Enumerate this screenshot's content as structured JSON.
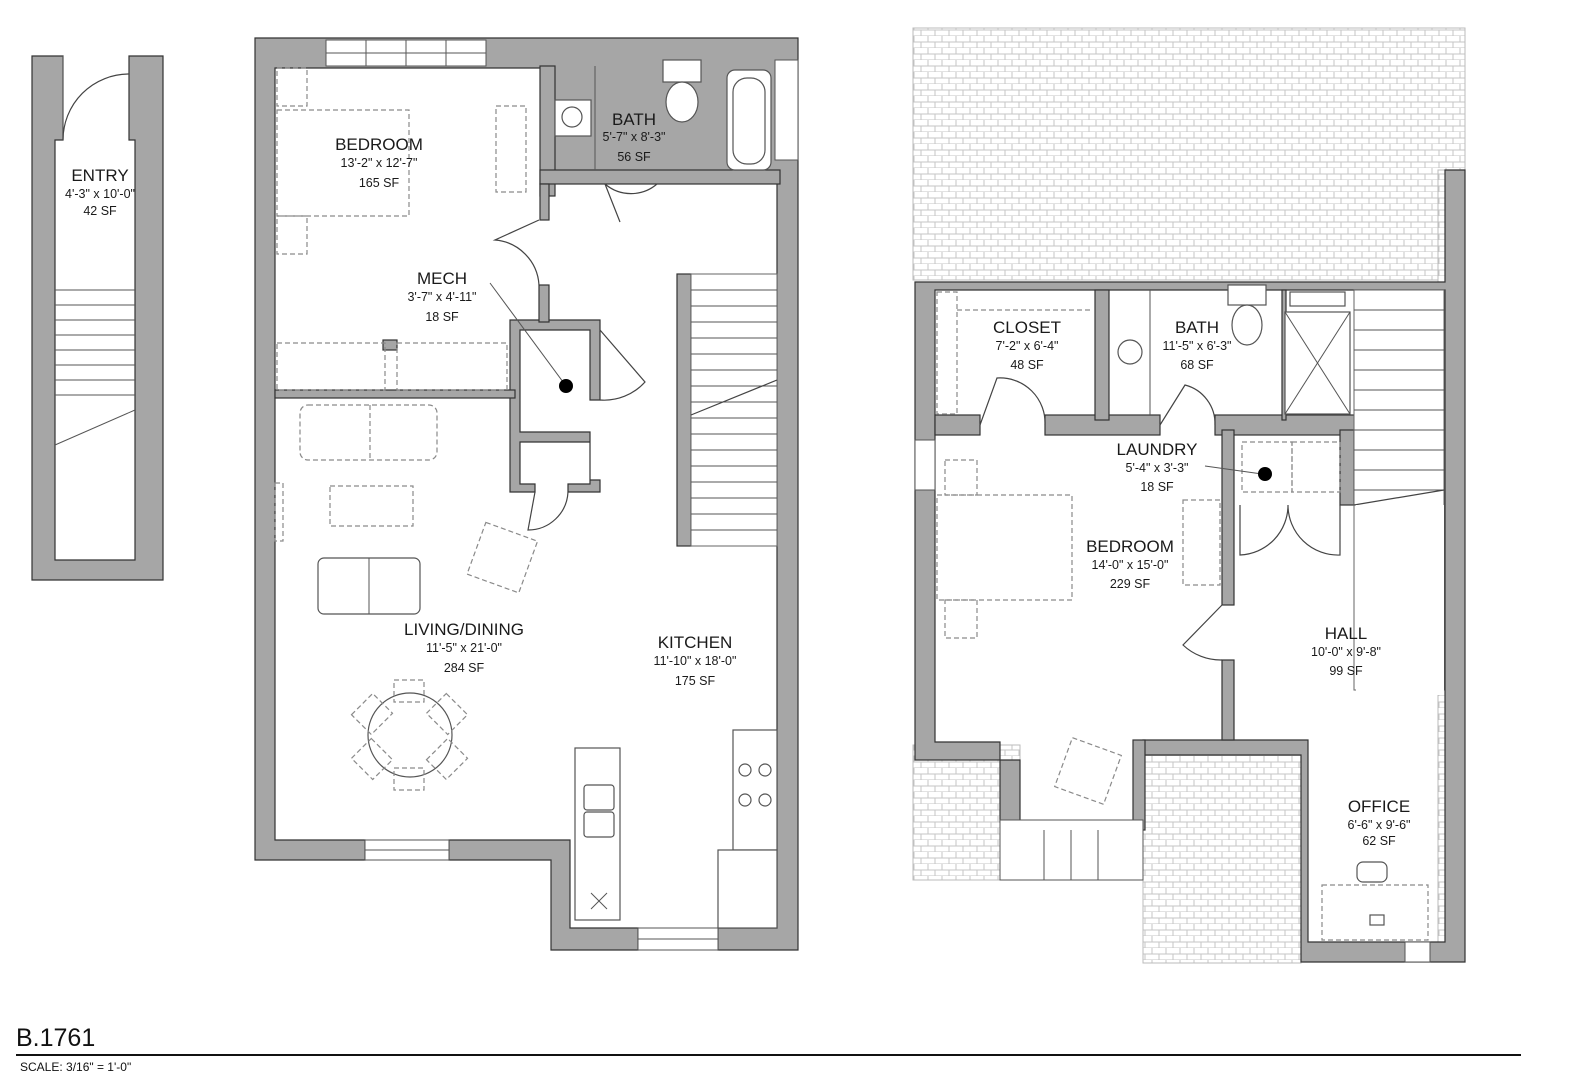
{
  "plan": {
    "id": "B.1761",
    "scale": "SCALE:  3/16\" = 1'-0\""
  },
  "rooms": {
    "entry": {
      "name": "ENTRY",
      "dims": "4'-3\" x 10'-0\"",
      "area": "42 SF"
    },
    "bedroom1": {
      "name": "BEDROOM",
      "dims": "13'-2\" x 12'-7\"",
      "area": "165 SF"
    },
    "bath1": {
      "name": "BATH",
      "dims": "5'-7\" x 8'-3\"",
      "area": "56 SF"
    },
    "mech": {
      "name": "MECH",
      "dims": "3'-7\" x 4'-11\"",
      "area": "18 SF"
    },
    "living": {
      "name": "LIVING/DINING",
      "dims": "11'-5\" x 21'-0\"",
      "area": "284 SF"
    },
    "kitchen": {
      "name": "KITCHEN",
      "dims": "11'-10\" x 18'-0\"",
      "area": "175 SF"
    },
    "closet": {
      "name": "CLOSET",
      "dims": "7'-2\" x 6'-4\"",
      "area": "48 SF"
    },
    "bath2": {
      "name": "BATH",
      "dims": "11'-5\" x 6'-3\"",
      "area": "68 SF"
    },
    "laundry": {
      "name": "LAUNDRY",
      "dims": "5'-4\" x 3'-3\"",
      "area": "18 SF"
    },
    "bedroom2": {
      "name": "BEDROOM",
      "dims": "14'-0\" x 15'-0\"",
      "area": "229 SF"
    },
    "hall": {
      "name": "HALL",
      "dims": "10'-0\" x 9'-8\"",
      "area": "99 SF"
    },
    "office": {
      "name": "OFFICE",
      "dims": "6'-6\" x 9'-6\"",
      "area": "62 SF"
    }
  }
}
